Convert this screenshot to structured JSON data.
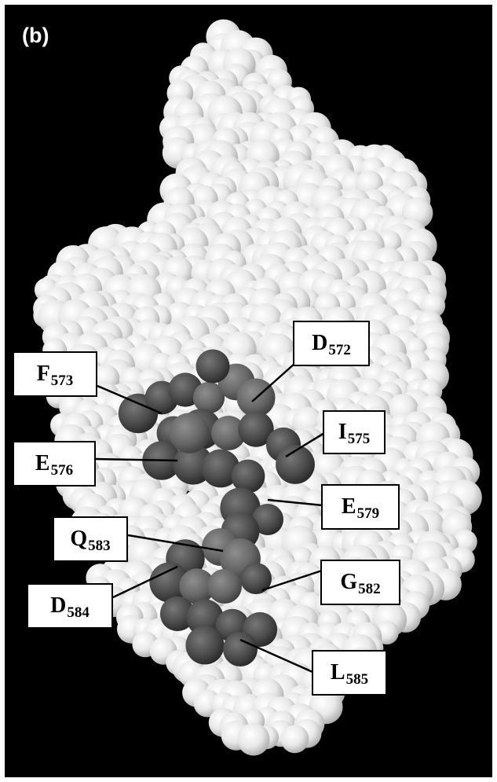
{
  "panel_label": "(b)",
  "colors": {
    "background": "#000000",
    "atom_light": "#e6e6e6",
    "atom_dark": "#4d4d4d",
    "atom_mid": "#6a6a6a",
    "label_box": "#ffffff"
  },
  "residues": [
    {
      "letter": "D",
      "number": "572"
    },
    {
      "letter": "F",
      "number": "573"
    },
    {
      "letter": "I",
      "number": "575"
    },
    {
      "letter": "E",
      "number": "576"
    },
    {
      "letter": "E",
      "number": "579"
    },
    {
      "letter": "Q",
      "number": "583"
    },
    {
      "letter": "G",
      "number": "582"
    },
    {
      "letter": "D",
      "number": "584"
    },
    {
      "letter": "L",
      "number": "585"
    }
  ]
}
